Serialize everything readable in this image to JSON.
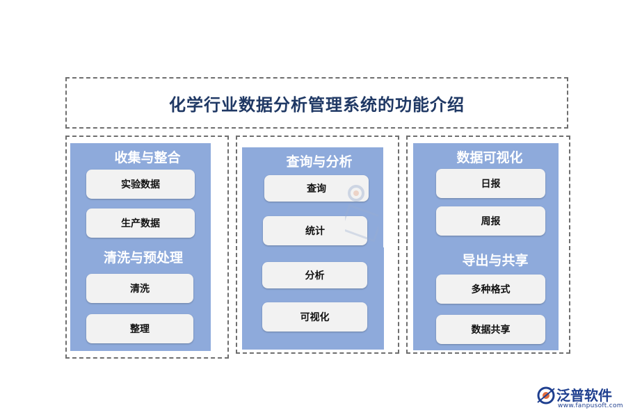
{
  "title": "化学行业数据分析管理系统的功能介绍",
  "columns": [
    {
      "groups": [
        {
          "heading": "收集与整合",
          "items": [
            "实验数据",
            "生产数据"
          ]
        },
        {
          "heading": "清洗与预处理",
          "items": [
            "清洗",
            "整理"
          ]
        }
      ]
    },
    {
      "groups": [
        {
          "heading": "查询与分析",
          "items": [
            "查询",
            "统计",
            "分析",
            "可视化"
          ]
        }
      ]
    },
    {
      "groups": [
        {
          "heading": "数据可视化",
          "items": [
            "日报",
            "周报"
          ]
        },
        {
          "heading": "导出与共享",
          "items": [
            "多种格式",
            "数据共享"
          ]
        }
      ]
    }
  ],
  "logo": {
    "name": "泛普软件",
    "url": "www.fanpusoft.com"
  },
  "colors": {
    "panel": "#8eaadb",
    "item": "#f2f2f2",
    "title": "#1f3864",
    "border": "#6e6e6e",
    "brand": "#1f3f8f"
  }
}
